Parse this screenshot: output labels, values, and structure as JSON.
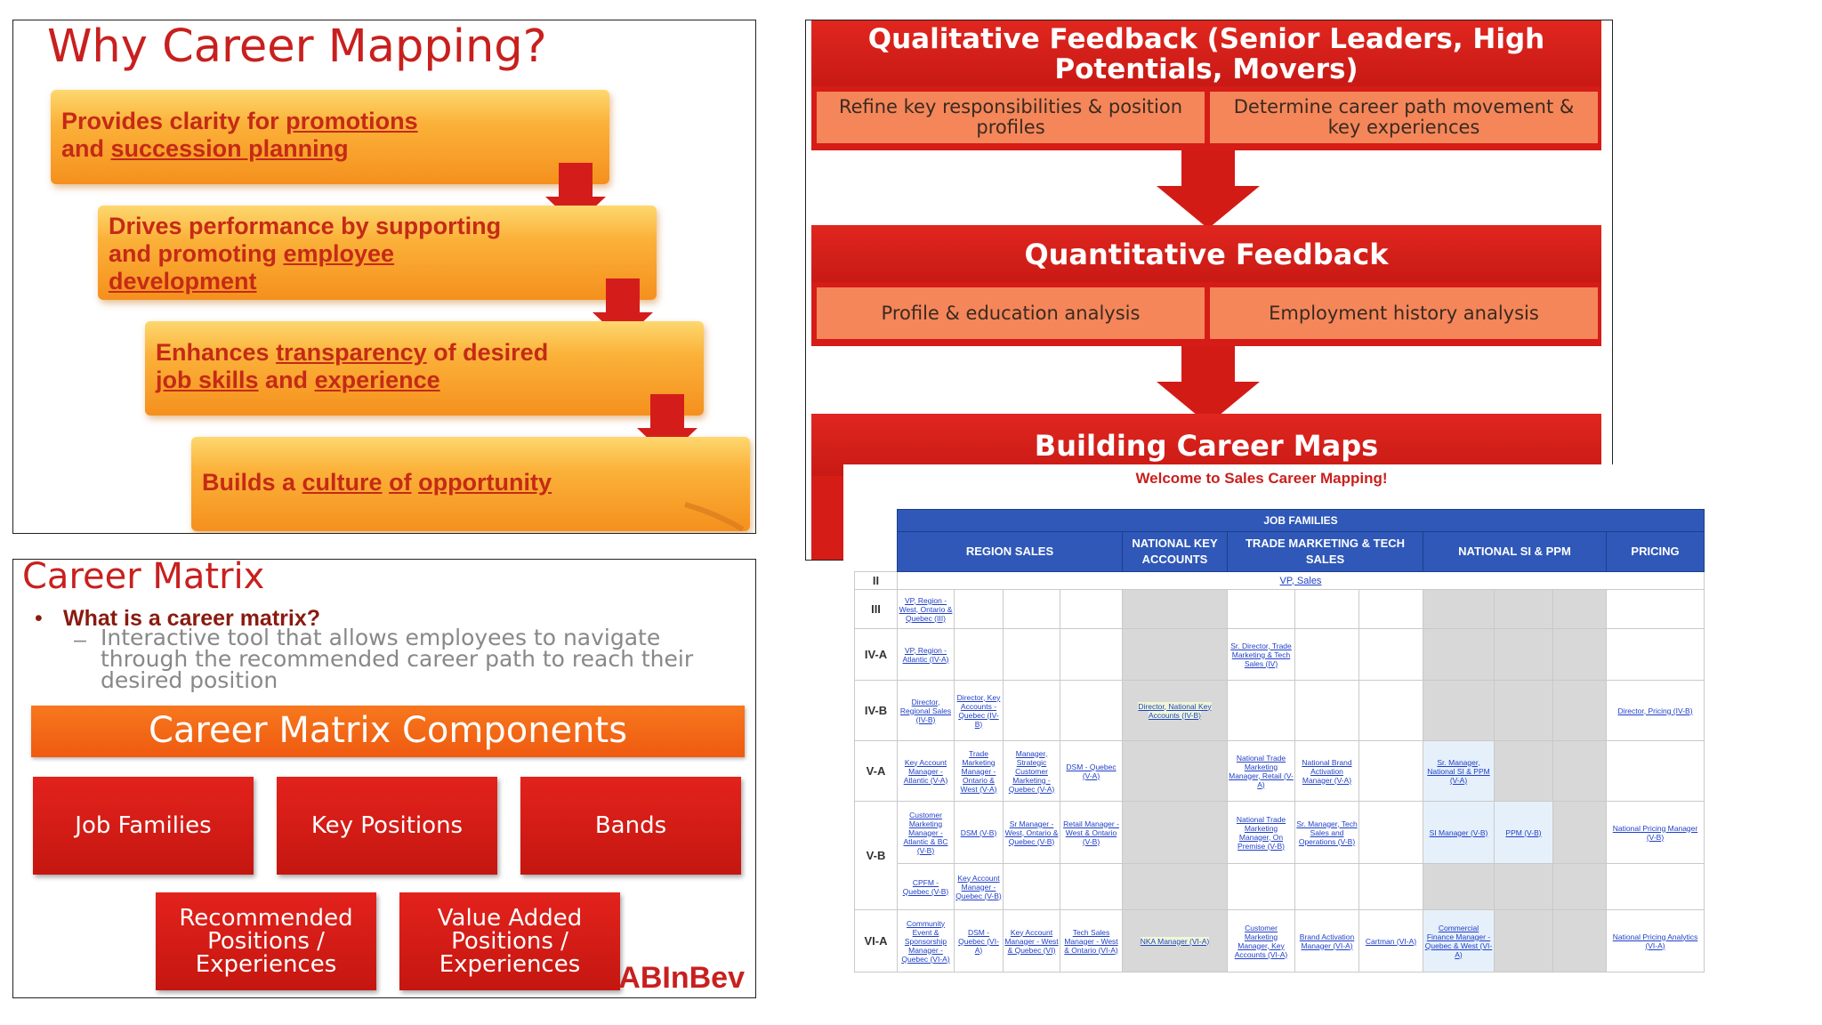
{
  "slide1": {
    "title": "Why Career Mapping?",
    "steps": [
      {
        "parts": [
          "Provides clarity for ",
          "promotions",
          "\nand ",
          "succession planning"
        ]
      },
      {
        "parts": [
          "Drives performance by supporting\nand promoting ",
          "employee\ndevelopment",
          ""
        ]
      },
      {
        "parts": [
          "Enhances ",
          "transparency",
          " of desired\n",
          "job skills",
          " and ",
          "experience"
        ]
      },
      {
        "parts": [
          "Builds a ",
          "culture",
          " ",
          "of",
          " ",
          "opportunity"
        ]
      }
    ]
  },
  "slide2": {
    "stage1": {
      "title": "Qualitative Feedback (Senior Leaders, High Potentials, Movers)",
      "left": "Refine key responsibilities & position profiles",
      "right": "Determine career path movement & key experiences"
    },
    "stage2": {
      "title": "Quantitative Feedback",
      "left": "Profile & education analysis",
      "right": "Employment history analysis"
    },
    "stage3": {
      "title": "Building Career Maps"
    }
  },
  "slide3": {
    "title": "Career Matrix",
    "question": "What is a career matrix?",
    "description": "Interactive tool that allows employees to navigate through the recommended career path to reach their desired position",
    "banner": "Career Matrix Components",
    "components": [
      "Job Families",
      "Key Positions",
      "Bands",
      "Recommended Positions / Experiences",
      "Value Added Positions / Experiences"
    ],
    "logo": "ABInBev"
  },
  "slide4": {
    "welcome": "Welcome to Sales Career Mapping!",
    "header": "JOB FAMILIES",
    "families": [
      "REGION SALES",
      "NATIONAL KEY ACCOUNTS",
      "TRADE MARKETING & TECH SALES",
      "NATIONAL SI & PPM",
      "PRICING"
    ],
    "bands": [
      "II",
      "III",
      "IV-A",
      "IV-B",
      "V-A",
      "V-B",
      "VI-A"
    ],
    "top_link": "VP, Sales",
    "cells": {
      "III": {
        "c1": "VP, Region - West, Ontario & Quebec (III)"
      },
      "IVA": {
        "c1": "VP, Region - Atlantic (IV-A)",
        "c7": "Sr. Director, Trade Marketing & Tech Sales (IV)"
      },
      "IVB": {
        "c1": "Director, Regional Sales (IV-B)",
        "c2": "Director, Key Accounts - Quebec (IV-B)",
        "c5": "Director, National Key Accounts (IV-B)",
        "c13": "Director, Pricing (IV-B)"
      },
      "VA": {
        "c1": "Key Account Manager - Atlantic (V-A)",
        "c2": "Trade Marketing Manager - Ontario & West (V-A)",
        "c3": "Manager, Strategic Customer Marketing - Quebec (V-A)",
        "c4": "DSM - Quebec (V-A)",
        "c7": "National Trade Marketing Manager, Retail (V-A)",
        "c8": "National Brand Activation Manager (V-A)",
        "c9": "Sr. Manager, National SI & PPM (V-A)"
      },
      "VB": {
        "c1": "Customer Marketing Manager - Atlantic & BC (V-B)",
        "c2": "DSM (V-B)",
        "c3": "Sr Manager - West, Ontario & Quebec (V-B)",
        "c4": "Retail Manager - West & Ontario (V-B)",
        "c7": "National Trade Marketing Manager, On Premise (V-B)",
        "c8": "Sr. Manager, Tech Sales and Operations (V-B)",
        "c9": "SI Manager (V-B)",
        "c10": "PPM (V-B)",
        "c13": "National Pricing Manager (V-B)"
      },
      "VB2": {
        "c1": "CPFM - Quebec (V-B)",
        "c2": "Key Account Manager - Quebec (V-B)"
      },
      "VIA": {
        "c1": "Community Event & Sponsorship Manager - Quebec (VI-A)",
        "c2": "DSM - Quebec (VI-A)",
        "c3": "Key Account Manager - West & Quebec (VI)",
        "c4": "Tech Sales Manager - West & Ontario (VI-A)",
        "c5": "NKA Manager (VI-A)",
        "c7": "Customer Marketing Manager, Key Accounts (VI-A)",
        "c8": "Brand Activation Manager (VI-A)",
        "c9": "Cartman (VI-A)",
        "c10": "Commercial Finance Manager - Quebec & West (VI-A)",
        "c13": "National Pricing Analytics (VI-A)"
      }
    }
  },
  "colors": {
    "red": "#d41d1b",
    "orange": "#f5901d",
    "blue": "#2f58b8"
  }
}
